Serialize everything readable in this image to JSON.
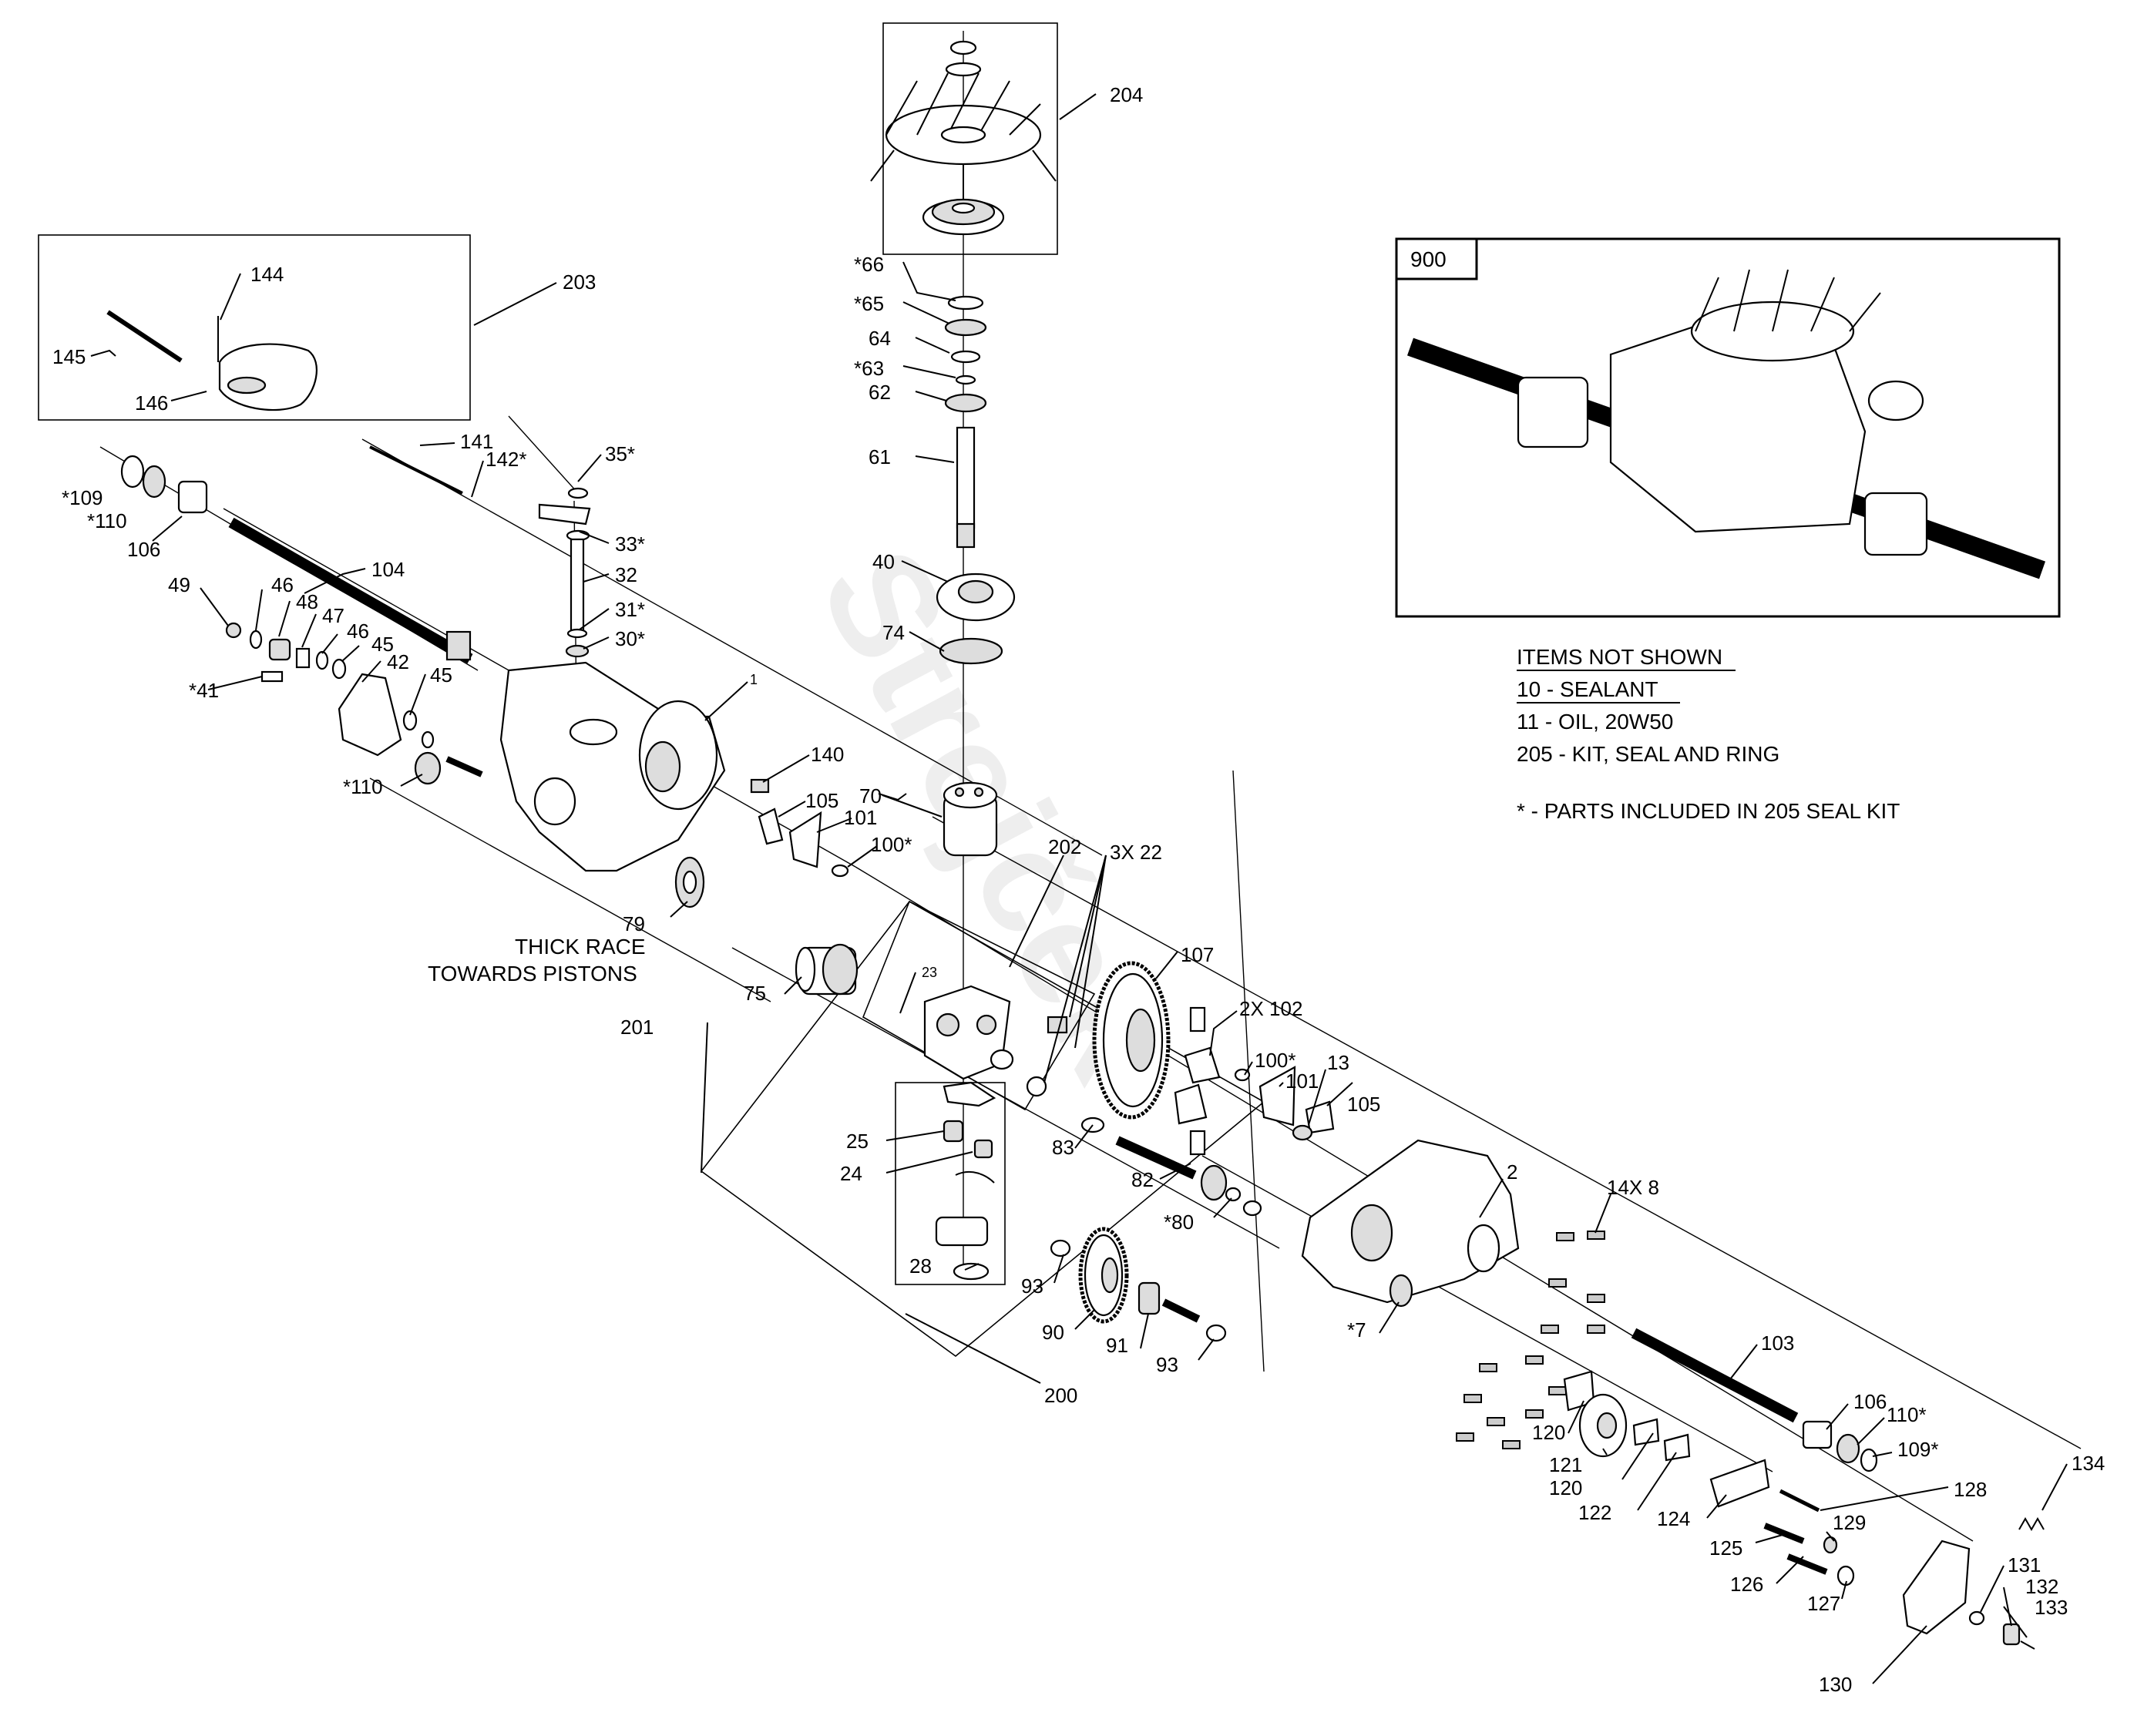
{
  "watermark": "Strejček",
  "notes": {
    "heading": "ITEMS NOT SHOWN",
    "lines": [
      "10 - SEALANT",
      "11 - OIL, 20W50",
      "205 - KIT, SEAL AND RING"
    ],
    "footnote": "* -  PARTS INCLUDED IN 205 SEAL KIT"
  },
  "inset_number": "900",
  "caption": {
    "line1": "THICK RACE",
    "line2": "TOWARDS PISTONS"
  },
  "callouts": {
    "c204": "204",
    "c66": "*66",
    "c65": "*65",
    "c64": "64",
    "c63": "*63",
    "c62": "62",
    "c61": "61",
    "c40": "40",
    "c74": "74",
    "c70": "70",
    "c144": "144",
    "c203": "203",
    "c145": "145",
    "c146": "146",
    "c141": "141",
    "c142": "142*",
    "c35": "35*",
    "c109a": "*109",
    "c110a": "*110",
    "c106a": "106",
    "c104": "104",
    "c33": "33*",
    "c32": "32",
    "c31": "31*",
    "c30": "30*",
    "c49": "49",
    "c46a": "46",
    "c48": "48",
    "c47": "47",
    "c46b": "46",
    "c45a": "45",
    "c42": "42",
    "c45b": "45",
    "c41": "*41",
    "c110b": "*110",
    "c1": "1",
    "c140": "140",
    "c105a": "105",
    "c101a": "101",
    "c100a": "100*",
    "c202": "202",
    "c3x22": "3X 22",
    "c79": "79",
    "c75": "75",
    "c23": "23",
    "c107": "107",
    "c2x102": "2X 102",
    "c201": "201",
    "c100b": "100*",
    "c101b": "101",
    "c105b": "105",
    "c13": "13",
    "c25": "25",
    "c24": "24",
    "c83": "83",
    "c82": "82",
    "c80": "*80",
    "c2": "2",
    "c14x8": "14X 8",
    "c28": "28",
    "c93a": "93",
    "c90": "90",
    "c91": "91",
    "c93b": "93",
    "c7": "*7",
    "c103": "103",
    "c200": "200",
    "c120a": "120",
    "c106b": "106",
    "c110c": "110*",
    "c109b": "109*",
    "c121": "121",
    "c120b": "120",
    "c122": "122",
    "c124": "124",
    "c128": "128",
    "c134": "134",
    "c125": "125",
    "c129": "129",
    "c126": "126",
    "c127": "127",
    "c131": "131",
    "c132": "132",
    "c133": "133",
    "c130": "130"
  }
}
